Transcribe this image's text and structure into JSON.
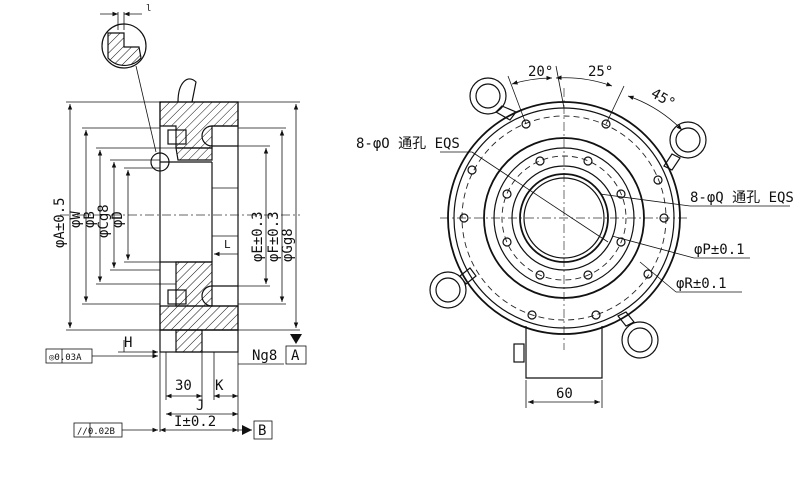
{
  "side_view": {
    "dim_a": "φA±0.5",
    "dim_w": "φW",
    "dim_b": "φB",
    "dim_c": "φCg8",
    "dim_d": "φD",
    "dim_e": "φE±0.3",
    "dim_f": "φF±0.3",
    "dim_g": "φGg8",
    "dim_l_small": "L",
    "dim_l_top": "l",
    "dim_h": "H",
    "dim_n": "Ng8",
    "dim_30": "30",
    "dim_k": "K",
    "dim_j": "J",
    "dim_i": "I±0.2",
    "datum_a": "A",
    "datum_b": "B",
    "tol_concentric": "◎0.03A",
    "tol_parallel": "//0.02B"
  },
  "front_view": {
    "angle_20": "20°",
    "angle_25": "25°",
    "angle_45": "45°",
    "holes_o": "8-φO 通孔 EQS",
    "holes_q": "8-φQ 通孔 EQS",
    "dim_p": "φP±0.1",
    "dim_r": "φR±0.1",
    "dim_60": "60"
  }
}
